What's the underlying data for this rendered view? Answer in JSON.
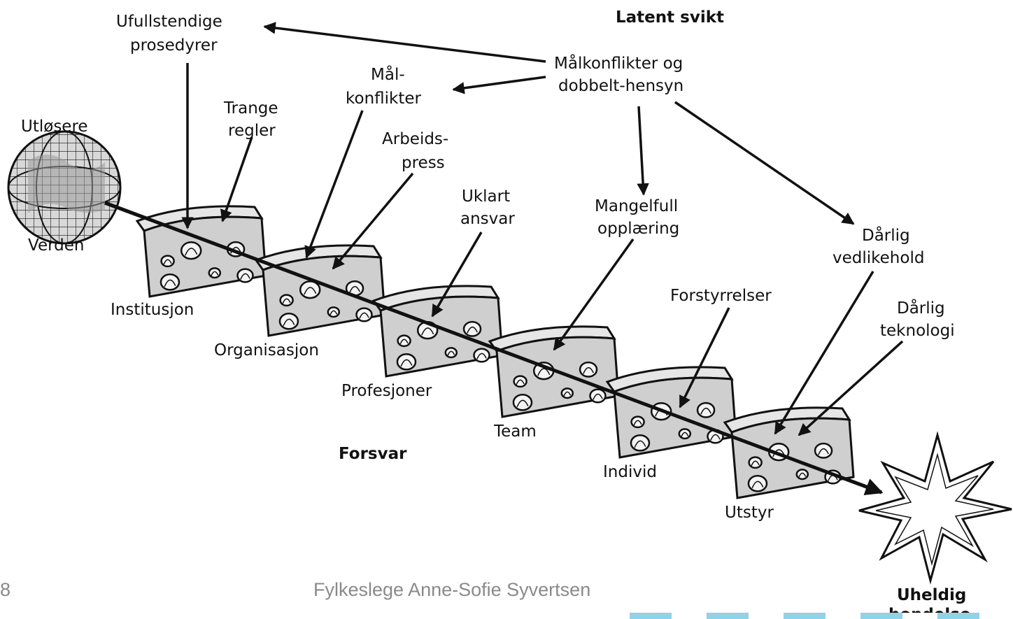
{
  "footer": {
    "page_number": "8",
    "author": "Fylkeslege Anne-Sofie Syvertsen"
  },
  "diagram": {
    "latent_heading": "Latent svikt",
    "defense_heading": "Forsvar",
    "triggers": "Utløsere",
    "world": "Verden",
    "accident": [
      "Uheldig",
      "hendelse"
    ],
    "goal_conflicts_main": [
      "Målkonflikter og",
      "dobbelt-hensyn"
    ],
    "layers": [
      {
        "name": "Institusjon"
      },
      {
        "name": "Organisasjon"
      },
      {
        "name": "Profesjoner"
      },
      {
        "name": "Team"
      },
      {
        "name": "Individ"
      },
      {
        "name": "Utstyr"
      }
    ],
    "failures": [
      {
        "lines": [
          "Ufullstendige",
          "prosedyrer"
        ]
      },
      {
        "lines": [
          "Trange",
          "regler"
        ]
      },
      {
        "lines": [
          "Mål-",
          "konflikter"
        ]
      },
      {
        "lines": [
          "Arbeids-",
          "press"
        ]
      },
      {
        "lines": [
          "Uklart",
          "ansvar"
        ]
      },
      {
        "lines": [
          "Mangelfull",
          "opplæring"
        ]
      },
      {
        "lines": [
          "Forstyrrelser"
        ]
      },
      {
        "lines": [
          "Dårlig",
          "vedlikehold"
        ]
      },
      {
        "lines": [
          "Dårlig",
          "teknologi"
        ]
      }
    ]
  }
}
